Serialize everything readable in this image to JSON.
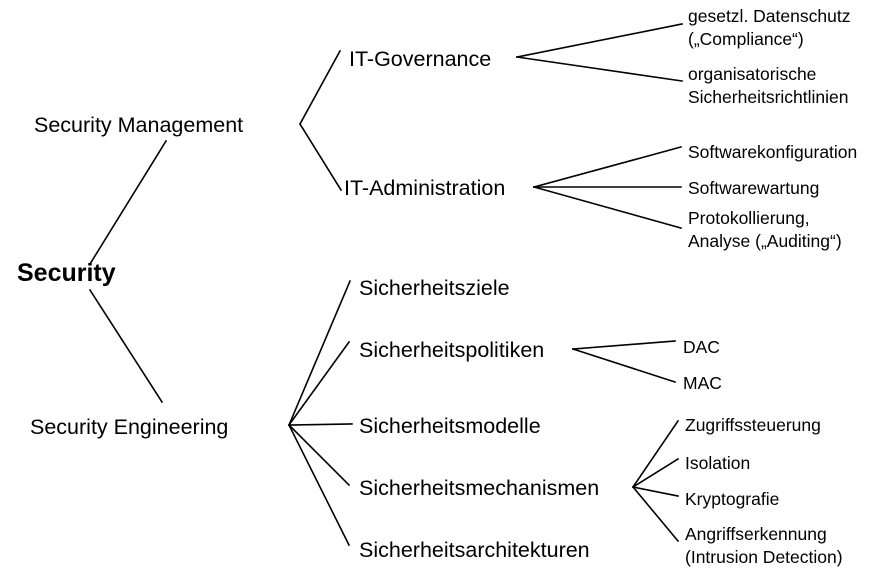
{
  "diagram": {
    "type": "tree",
    "title": "Security",
    "background_color": "#ffffff",
    "line_color": "#000000",
    "text_color": "#000000",
    "root": {
      "label": "Security",
      "style": "bold"
    },
    "branches": {
      "management": {
        "label": "Security Management",
        "children": {
          "governance": {
            "label": "IT-Governance",
            "leaves": [
              {
                "line1": "gesetzl. Datenschutz",
                "line2": "(„Compliance“)"
              },
              {
                "line1": "organisatorische",
                "line2": "Sicherheitsrichtlinien"
              }
            ]
          },
          "administration": {
            "label": "IT-Administration",
            "leaves": [
              {
                "line1": "Softwarekonfiguration",
                "line2": ""
              },
              {
                "line1": "Softwarewartung",
                "line2": ""
              },
              {
                "line1": "Protokollierung,",
                "line2": "Analyse („Auditing“)"
              }
            ]
          }
        }
      },
      "engineering": {
        "label": "Security Engineering",
        "children": {
          "ziele": {
            "label": "Sicherheitsziele",
            "leaves": []
          },
          "politiken": {
            "label": "Sicherheitspolitiken",
            "leaves": [
              {
                "line1": "DAC",
                "line2": ""
              },
              {
                "line1": "MAC",
                "line2": ""
              }
            ]
          },
          "modelle": {
            "label": "Sicherheitsmodelle",
            "leaves": []
          },
          "mechanismen": {
            "label": "Sicherheitsmechanismen",
            "leaves": [
              {
                "line1": "Zugriffssteuerung",
                "line2": ""
              },
              {
                "line1": "Isolation",
                "line2": ""
              },
              {
                "line1": "Kryptografie",
                "line2": ""
              },
              {
                "line1": "Angriffserkennung",
                "line2": "(Intrusion Detection)"
              }
            ]
          },
          "architekturen": {
            "label": "Sicherheitsarchitekturen",
            "leaves": []
          }
        }
      }
    }
  }
}
